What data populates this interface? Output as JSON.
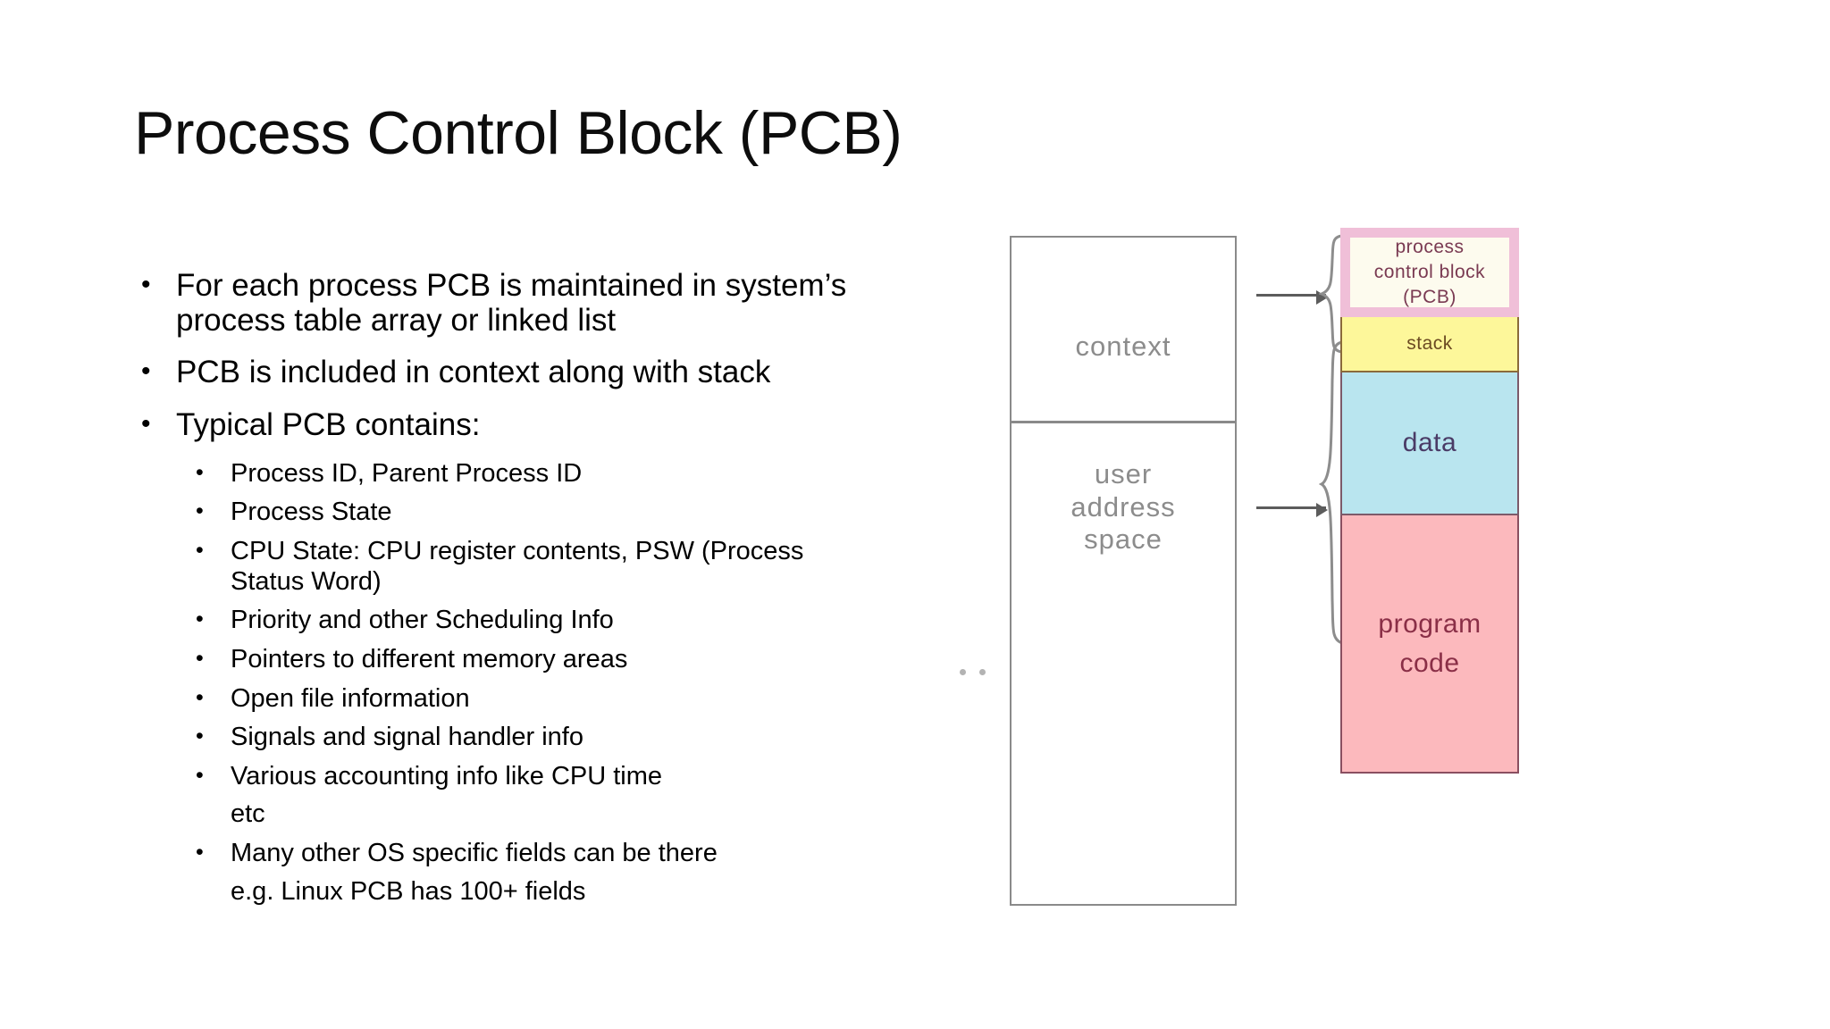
{
  "slide": {
    "title": "Process Control Block (PCB)"
  },
  "content": {
    "bullet_glyph": "•",
    "items": [
      {
        "text": "For each process PCB is maintained in system’s process table array or linked list"
      },
      {
        "text": "PCB is included in context along with stack"
      },
      {
        "text": "Typical PCB contains:"
      }
    ],
    "sub_items": [
      {
        "text": "Process ID, Parent Process ID",
        "extra": ""
      },
      {
        "text": "Process State",
        "extra": ""
      },
      {
        "text": "CPU State: CPU register contents, PSW (Process Status Word)",
        "extra": ""
      },
      {
        "text": "Priority and other Scheduling Info",
        "extra": ""
      },
      {
        "text": "Pointers to different memory areas",
        "extra": ""
      },
      {
        "text": "Open file information",
        "extra": ""
      },
      {
        "text": "Signals and signal handler info",
        "extra": ""
      },
      {
        "text": "Various accounting info like CPU time",
        "extra": "etc"
      },
      {
        "text": "Many other OS specific fields can be there",
        "extra": "e.g. Linux PCB has 100+ fields"
      }
    ]
  },
  "diagram": {
    "memory_box": {
      "context_label": "context",
      "user_space_label_line1": "user",
      "user_space_label_line2": "address",
      "user_space_label_line3": "space"
    },
    "segments": [
      {
        "name": "pcb",
        "line1": "process",
        "line2": "control block",
        "line3": "(PCB)",
        "fill": "#fdfbee",
        "border": "#f0bfd8",
        "text_color": "#7a3a52"
      },
      {
        "name": "stack",
        "line1": "stack",
        "line2": "",
        "line3": "",
        "fill": "#fdf79a",
        "border": "#8a6a3a",
        "text_color": "#6b4a22"
      },
      {
        "name": "data",
        "line1": "data",
        "line2": "",
        "line3": "",
        "fill": "#b9e5ef",
        "border": "#7c5a6a",
        "text_color": "#4a3b66"
      },
      {
        "name": "code",
        "line1": "program",
        "line2": "code",
        "line3": "",
        "fill": "#fcb9bd",
        "border": "#8a4f60",
        "text_color": "#8a2f47"
      }
    ]
  }
}
